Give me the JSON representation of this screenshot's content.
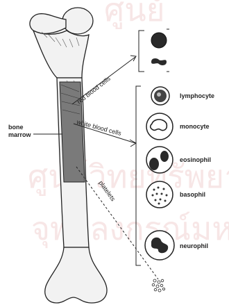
{
  "labels": {
    "bone_marrow_line1": "bone",
    "bone_marrow_line2": "marrow",
    "red_blood_cells": "red blood cells",
    "white_blood_cells": "white blood cells",
    "platelets": "platelets"
  },
  "white_cells": [
    {
      "name": "lymphocyte"
    },
    {
      "name": "monocyte"
    },
    {
      "name": "eosinophil"
    },
    {
      "name": "basophil"
    },
    {
      "name": "neurophil"
    }
  ],
  "colors": {
    "ink": "#222222",
    "bone_fill": "#f2f2f2",
    "marrow_fill": "#7a7a7a",
    "watermark": "#e9b9b9"
  }
}
